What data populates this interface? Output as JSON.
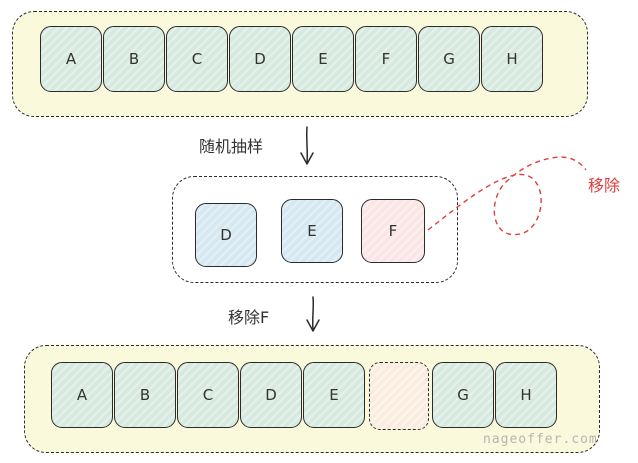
{
  "top_row": [
    "A",
    "B",
    "C",
    "D",
    "E",
    "F",
    "G",
    "H"
  ],
  "sample_label": "随机抽样",
  "sample_row": [
    {
      "text": "D",
      "color": "#d6e8f1"
    },
    {
      "text": "E",
      "color": "#d6e8f1"
    },
    {
      "text": "F",
      "color": "#fbe6e6"
    }
  ],
  "remove_note": "移除",
  "remove_f_label": "移除F",
  "bottom_row": [
    "A",
    "B",
    "C",
    "D",
    "E",
    "",
    "G",
    "H"
  ],
  "watermark": "nageoffer.com",
  "colors": {
    "cell_green": "#d7eadf",
    "cell_blue": "#d6e8f1",
    "cell_pink": "#fbe6e6",
    "panel_yellow": "#fbf9dc",
    "accent_red": "#e03c3c"
  }
}
